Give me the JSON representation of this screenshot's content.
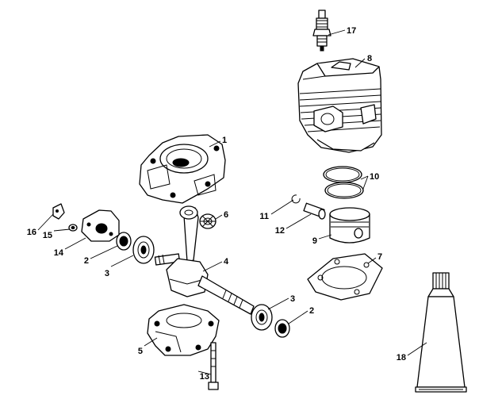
{
  "callouts": [
    {
      "id": "c1",
      "label": "1"
    },
    {
      "id": "c2a",
      "label": "2"
    },
    {
      "id": "c2b",
      "label": "2"
    },
    {
      "id": "c3a",
      "label": "3"
    },
    {
      "id": "c3b",
      "label": "3"
    },
    {
      "id": "c4",
      "label": "4"
    },
    {
      "id": "c5",
      "label": "5"
    },
    {
      "id": "c6",
      "label": "6"
    },
    {
      "id": "c7",
      "label": "7"
    },
    {
      "id": "c8",
      "label": "8"
    },
    {
      "id": "c9",
      "label": "9"
    },
    {
      "id": "c10",
      "label": "10"
    },
    {
      "id": "c11",
      "label": "11"
    },
    {
      "id": "c12",
      "label": "12"
    },
    {
      "id": "c13",
      "label": "13"
    },
    {
      "id": "c14",
      "label": "14"
    },
    {
      "id": "c15",
      "label": "15"
    },
    {
      "id": "c16",
      "label": "16"
    },
    {
      "id": "c17",
      "label": "17"
    },
    {
      "id": "c18",
      "label": "18"
    }
  ]
}
